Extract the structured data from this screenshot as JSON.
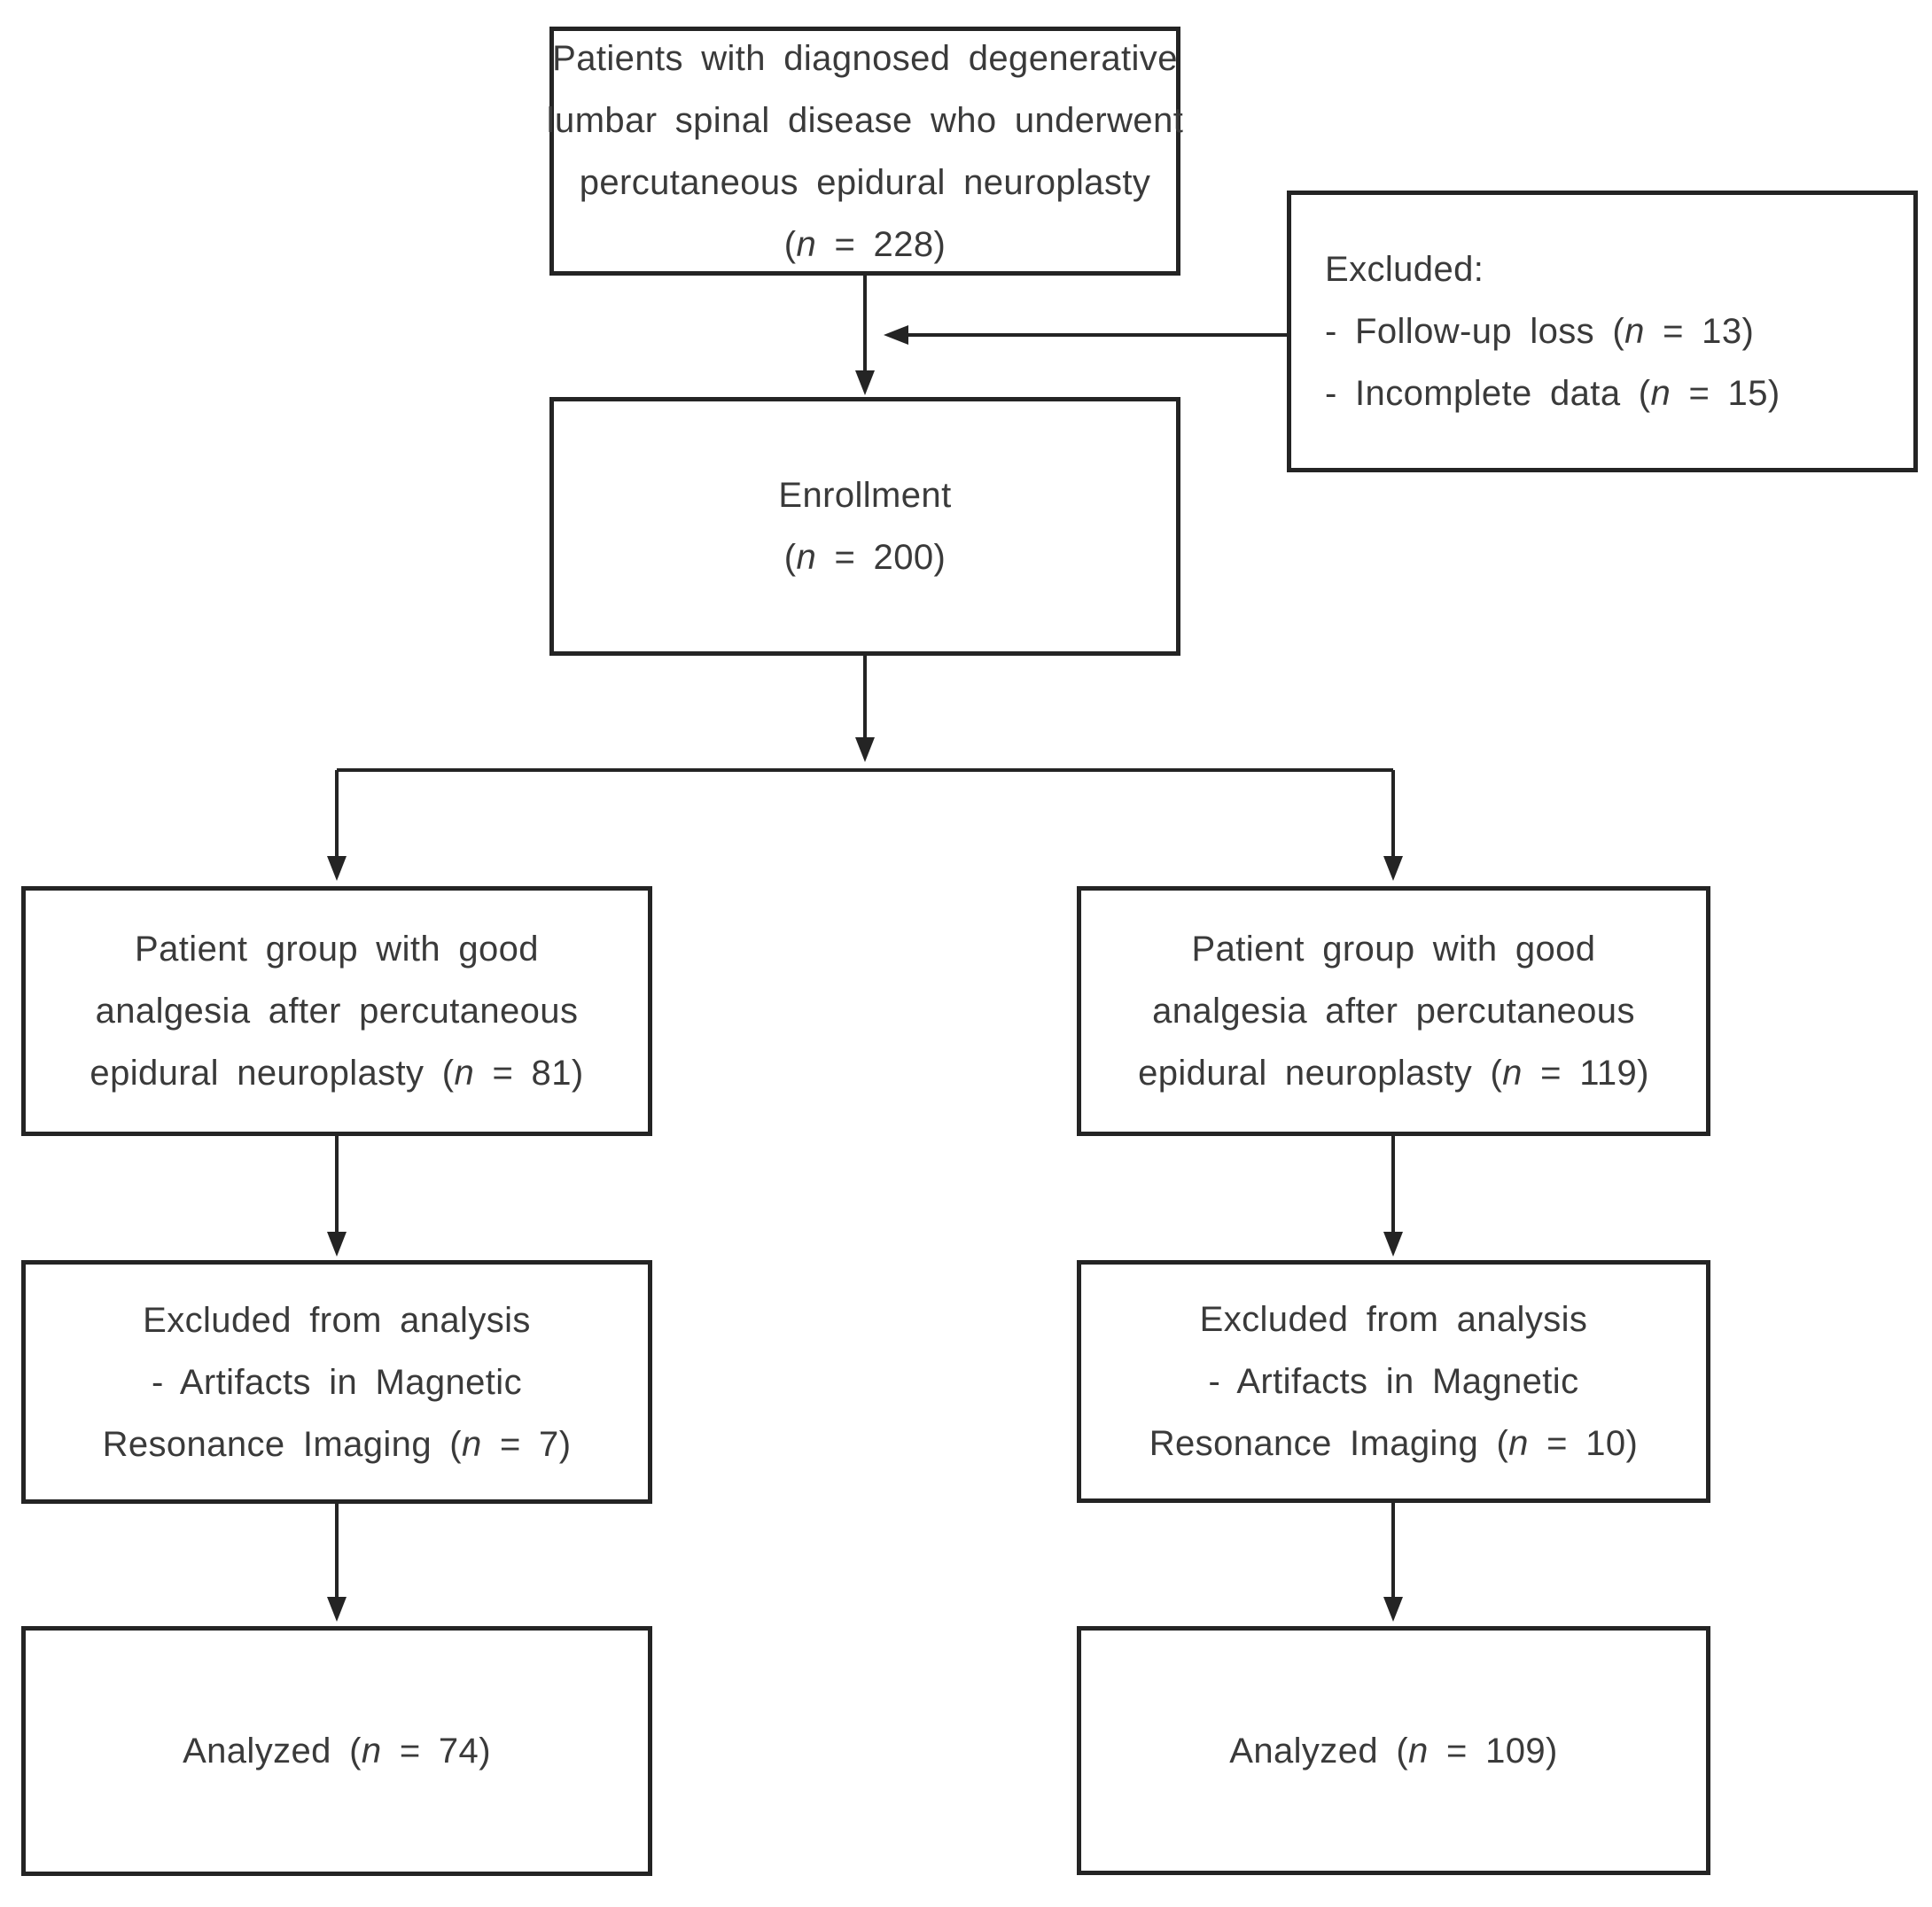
{
  "figure": {
    "type": "patient-flow-diagram",
    "colors": {
      "background": "#ffffff",
      "box_border": "#242424",
      "box_fill": "#ffffff",
      "text": "#3a3a3a",
      "arrow": "#242424"
    },
    "boxes": {
      "source": {
        "lines": [
          "Patients with diagnosed degenerative",
          "lumbar spinal disease who underwent",
          "percutaneous epidural neuroplasty",
          "(n = 228)"
        ]
      },
      "exclusion": {
        "lines": [
          "Excluded:",
          "- Follow-up loss (n = 13)",
          "- Incomplete data (n = 15)"
        ]
      },
      "enrollment": {
        "lines": [
          "Enrollment",
          "(n = 200)"
        ]
      },
      "group_left": {
        "lines": [
          "Patient group with good",
          "analgesia after percutaneous",
          "epidural neuroplasty (n = 81)"
        ]
      },
      "group_right": {
        "lines": [
          "Patient group with good",
          "analgesia after percutaneous",
          "epidural neuroplasty (n = 119)"
        ]
      },
      "excluded_analysis_left": {
        "lines": [
          "Excluded from analysis",
          "- Artifacts in Magnetic",
          "Resonance Imaging (n = 7)"
        ]
      },
      "excluded_analysis_right": {
        "lines": [
          "Excluded from analysis",
          "- Artifacts in Magnetic",
          "Resonance Imaging (n = 10)"
        ]
      },
      "analyzed_left": {
        "lines": [
          "Analyzed (n = 74)"
        ]
      },
      "analyzed_right": {
        "lines": [
          "Analyzed (n = 109)"
        ]
      }
    }
  }
}
